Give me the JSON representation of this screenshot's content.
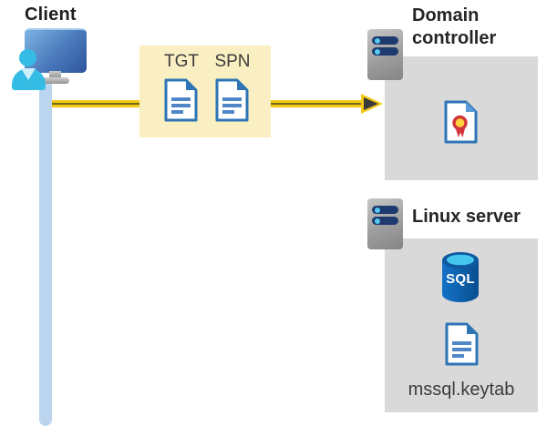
{
  "client": {
    "label": "Client"
  },
  "ticket_box": {
    "tgt_label": "TGT",
    "spn_label": "SPN"
  },
  "domain_controller": {
    "title": "Domain controller"
  },
  "linux_server": {
    "title": "Linux server",
    "sql_label": "SQL",
    "keytab_label": "mssql.keytab"
  },
  "icons": {
    "client": "person-at-monitor-icon",
    "tgt": "document-icon",
    "spn": "document-icon",
    "domain_controller": "server-icon",
    "certificate": "certificate-icon",
    "linux_server": "server-icon",
    "sql": "sql-database-icon",
    "keytab": "document-icon",
    "flow": "yellow-arrow-right"
  },
  "colors": {
    "arrow_yellow": "#F3C915",
    "arrow_core": "#756A17",
    "arrowhead_dark": "#3B3B3B",
    "ticket_box_bg": "#F9EFC2",
    "server_box_bg": "#D9D9D9",
    "client_line_blue": "#BCD6F0",
    "doc_border_blue": "#2E75B6",
    "doc_line_blue": "#4F86C6",
    "sql_body_blue": "#0F63B0",
    "sql_top_cyan": "#45C6EE",
    "person_cyan": "#35BCE5",
    "server_bar_navy": "#1E3A6E",
    "title_text": "#262626"
  }
}
